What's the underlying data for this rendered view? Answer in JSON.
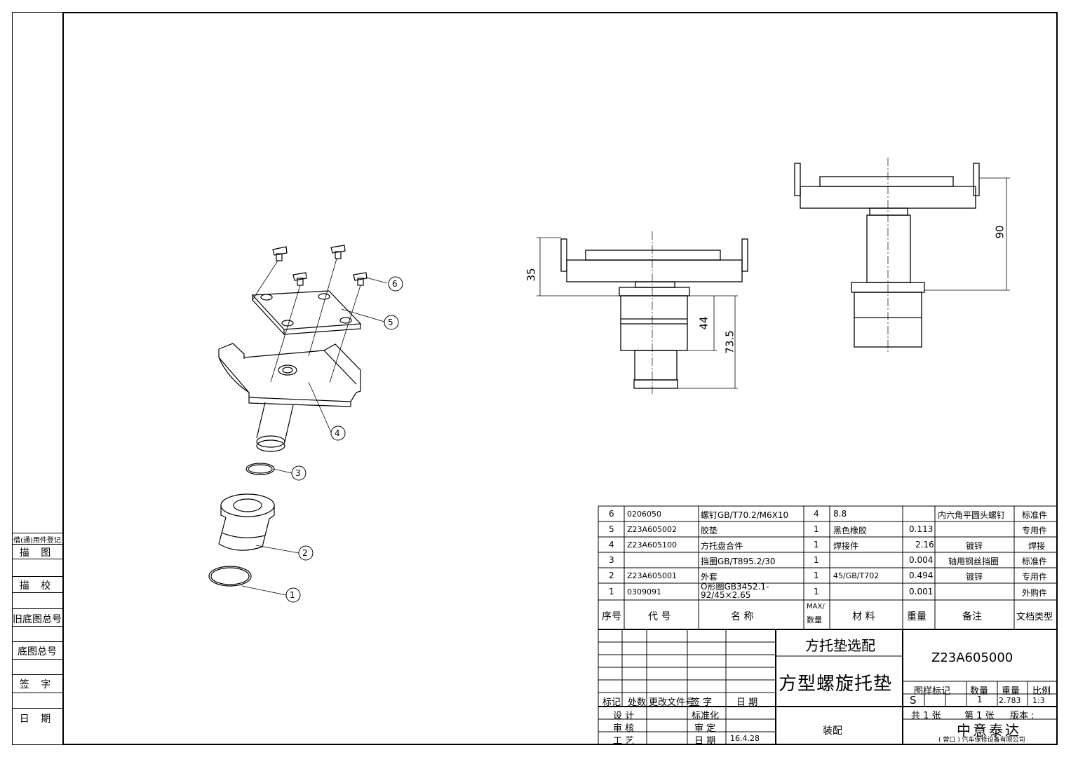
{
  "side_panel": {
    "label_register": "借(通)用件登记",
    "label_trace": "描 图",
    "label_check": "描 校",
    "label_old_base": "旧底图总号",
    "label_base": "底图总号",
    "label_sign": "签 字",
    "label_date": "日 期"
  },
  "callouts": [
    "1",
    "2",
    "3",
    "4",
    "5",
    "6"
  ],
  "dimensions": {
    "front_35": "35",
    "front_44": "44",
    "front_73_5": "73.5",
    "side_90": "90"
  },
  "bom": {
    "rows": [
      {
        "no": "6",
        "code": "0206050",
        "name": "螺钉GB/T70.2/M6X10",
        "qty": "4",
        "material": "8.8",
        "weight": "",
        "note": "内六角平圆头螺钉",
        "doc_type": "标准件"
      },
      {
        "no": "5",
        "code": "Z23A605002",
        "name": "胶垫",
        "qty": "1",
        "material": "黑色橡胶",
        "weight": "0.113",
        "note": "",
        "doc_type": "专用件"
      },
      {
        "no": "4",
        "code": "Z23A605100",
        "name": "方托盘合件",
        "qty": "1",
        "material": "焊接件",
        "weight": "2.16",
        "note": "镀锌",
        "doc_type": "焊接"
      },
      {
        "no": "3",
        "code": "",
        "name": "挡圈GB/T895.2/30",
        "qty": "1",
        "material": "",
        "weight": "0.004",
        "note": "轴用钢丝挡圈",
        "doc_type": "标准件"
      },
      {
        "no": "2",
        "code": "Z23A605001",
        "name": "外套",
        "qty": "1",
        "material": "45/GB/T702",
        "weight": "0.494",
        "note": "镀锌",
        "doc_type": "专用件"
      },
      {
        "no": "1",
        "code": "0309091",
        "name": "O形圈GB3452.1-92/45×2.65",
        "qty": "1",
        "material": "",
        "weight": "0.001",
        "note": "",
        "doc_type": "外购件"
      }
    ],
    "headers": {
      "no": "序号",
      "code": "代 号",
      "name": "名  称",
      "qty_top": "MAX/",
      "qty_bottom": "数量",
      "material": "材  料",
      "weight": "重量",
      "note": "备注",
      "doc_type": "文档类型"
    }
  },
  "title_block": {
    "subtitle": "方托垫选配",
    "title": "方型螺旋托垫",
    "drawing_no": "Z23A605000",
    "col_pattern": "图样标记",
    "col_qty": "数量",
    "col_weight": "重量",
    "col_scale": "比例",
    "pattern_mark": "S",
    "qty_value": "1",
    "weight_value": "2.783",
    "scale_value": "1:3",
    "sheets_total": "共 1 张",
    "sheet_no": "第 1 张",
    "version": "版本 :",
    "company": "中意泰达",
    "company_full": "( 营口 ) 汽车保修设备有限公司",
    "rev_labels": {
      "mark": "标记",
      "count": "处数",
      "doc": "更改文件号",
      "sign": "签 字",
      "date": "日 期"
    },
    "sign_labels": {
      "design": "设 计",
      "standard": "标准化",
      "review": "审 核",
      "approve": "审 定",
      "process": "工 艺",
      "date": "日 期",
      "date_value": "16.4.28",
      "type": "装配"
    }
  }
}
